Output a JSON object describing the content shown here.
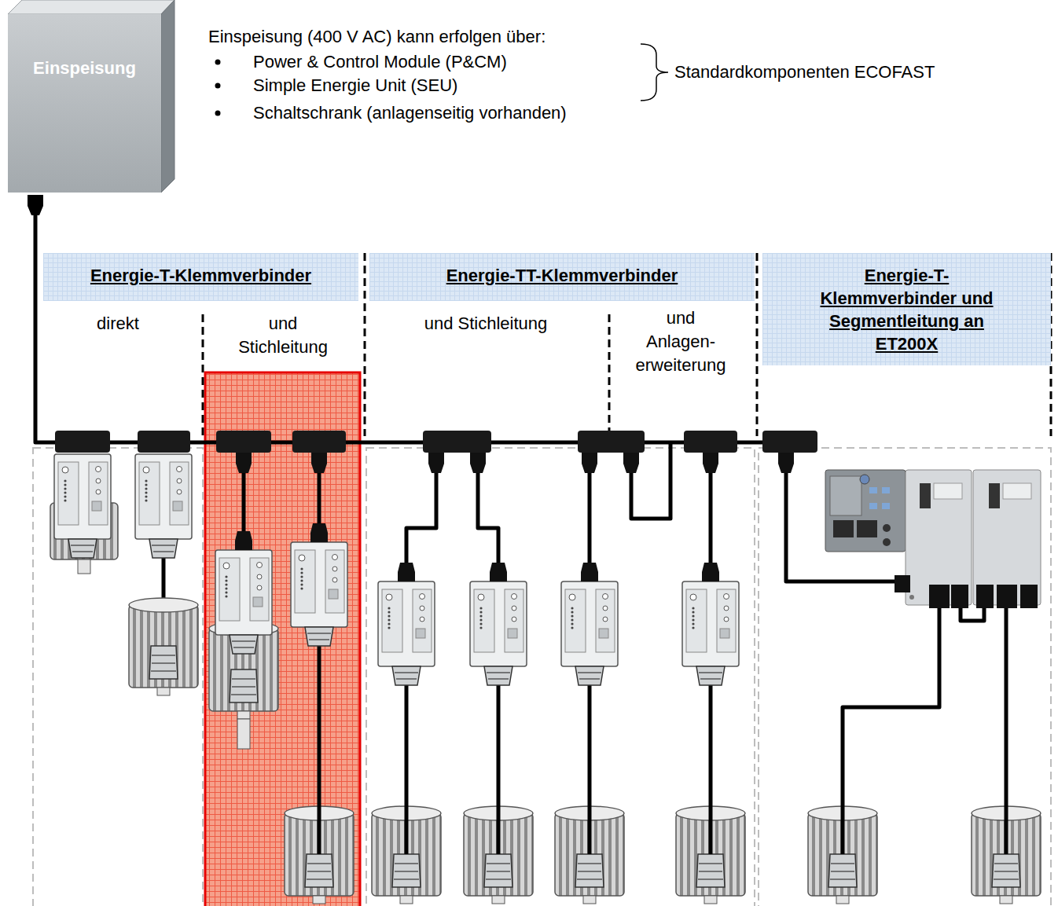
{
  "diagram": {
    "nodes": [
      {
        "text": [
          "Einspeisung"
        ]
      },
      {
        "text": [
          "Energie-T-Klemmverbinder"
        ]
      },
      {
        "text": [
          "Energie-TT-Klemmverbinder"
        ]
      },
      {
        "text": [
          "Energie-T-Klemmverbinder und Segmentleitung an ET200X"
        ]
      }
    ],
    "labels": [
      "Einspeisung (400 V AC) kann erfolgen über:",
      "Power & Control Module (P&CM)",
      "Simple Energie Unit (SEU)",
      "Schaltschrank (anlagenseitig vorhanden)",
      "Standardkomponenten ECOFAST",
      "direkt",
      "und Stichleitung",
      "und Stichleitung",
      "und Anlagen-erweiterung"
    ]
  }
}
